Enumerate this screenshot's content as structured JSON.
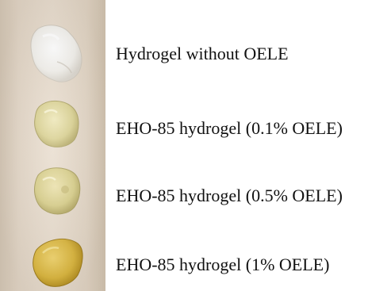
{
  "labels": {
    "sample_1": "Hydrogel without OELE",
    "sample_2": "EHO-85 hydrogel (0.1% OELE)",
    "sample_3": "EHO-85 hydrogel (0.5% OELE)",
    "sample_4": "EHO-85 hydrogel (1% OELE)"
  },
  "colors": {
    "background_strip": "#e3d6c6",
    "sample_1": "#f2f0ec",
    "sample_2": "#d8cf8e",
    "sample_3": "#d6cc86",
    "sample_4": "#d9b43a"
  }
}
